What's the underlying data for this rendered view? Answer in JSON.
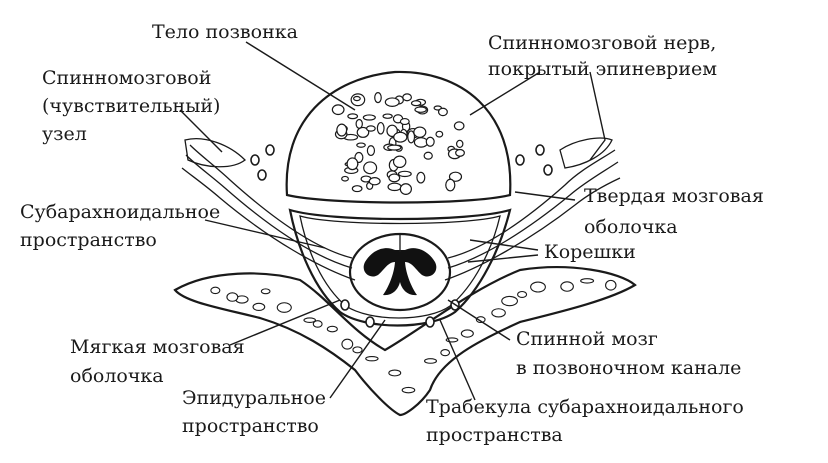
{
  "labels": {
    "vertebral_body": "Тело позвонка",
    "spinal_nerve_line1": "Спинномозговой нерв,",
    "spinal_nerve_line2": "покрытый эпиневрием",
    "ganglion_line1": "Спинномозговой",
    "ganglion_line2": "(чувствительный)",
    "ganglion_line3": "узел",
    "dura_line1": "Твердая мозговая",
    "dura_line2": "оболочка",
    "subarachnoid_line1": "Субарахноидальное",
    "subarachnoid_line2": "пространство",
    "roots": "Корешки",
    "pia_line1": "Мягкая мозговая",
    "pia_line2": "оболочка",
    "spinal_cord_line1": "Спинной мозг",
    "spinal_cord_line2": "в позвоночном канале",
    "epidural_line1": "Эпидуральное",
    "epidural_line2": "пространство",
    "trabecula_line1": "Трабекула субарахноидального",
    "trabecula_line2": "пространства"
  },
  "colors": {
    "ink": "#1a1a1a",
    "bone_fill": "#c9c9c9",
    "background": "#ffffff"
  }
}
